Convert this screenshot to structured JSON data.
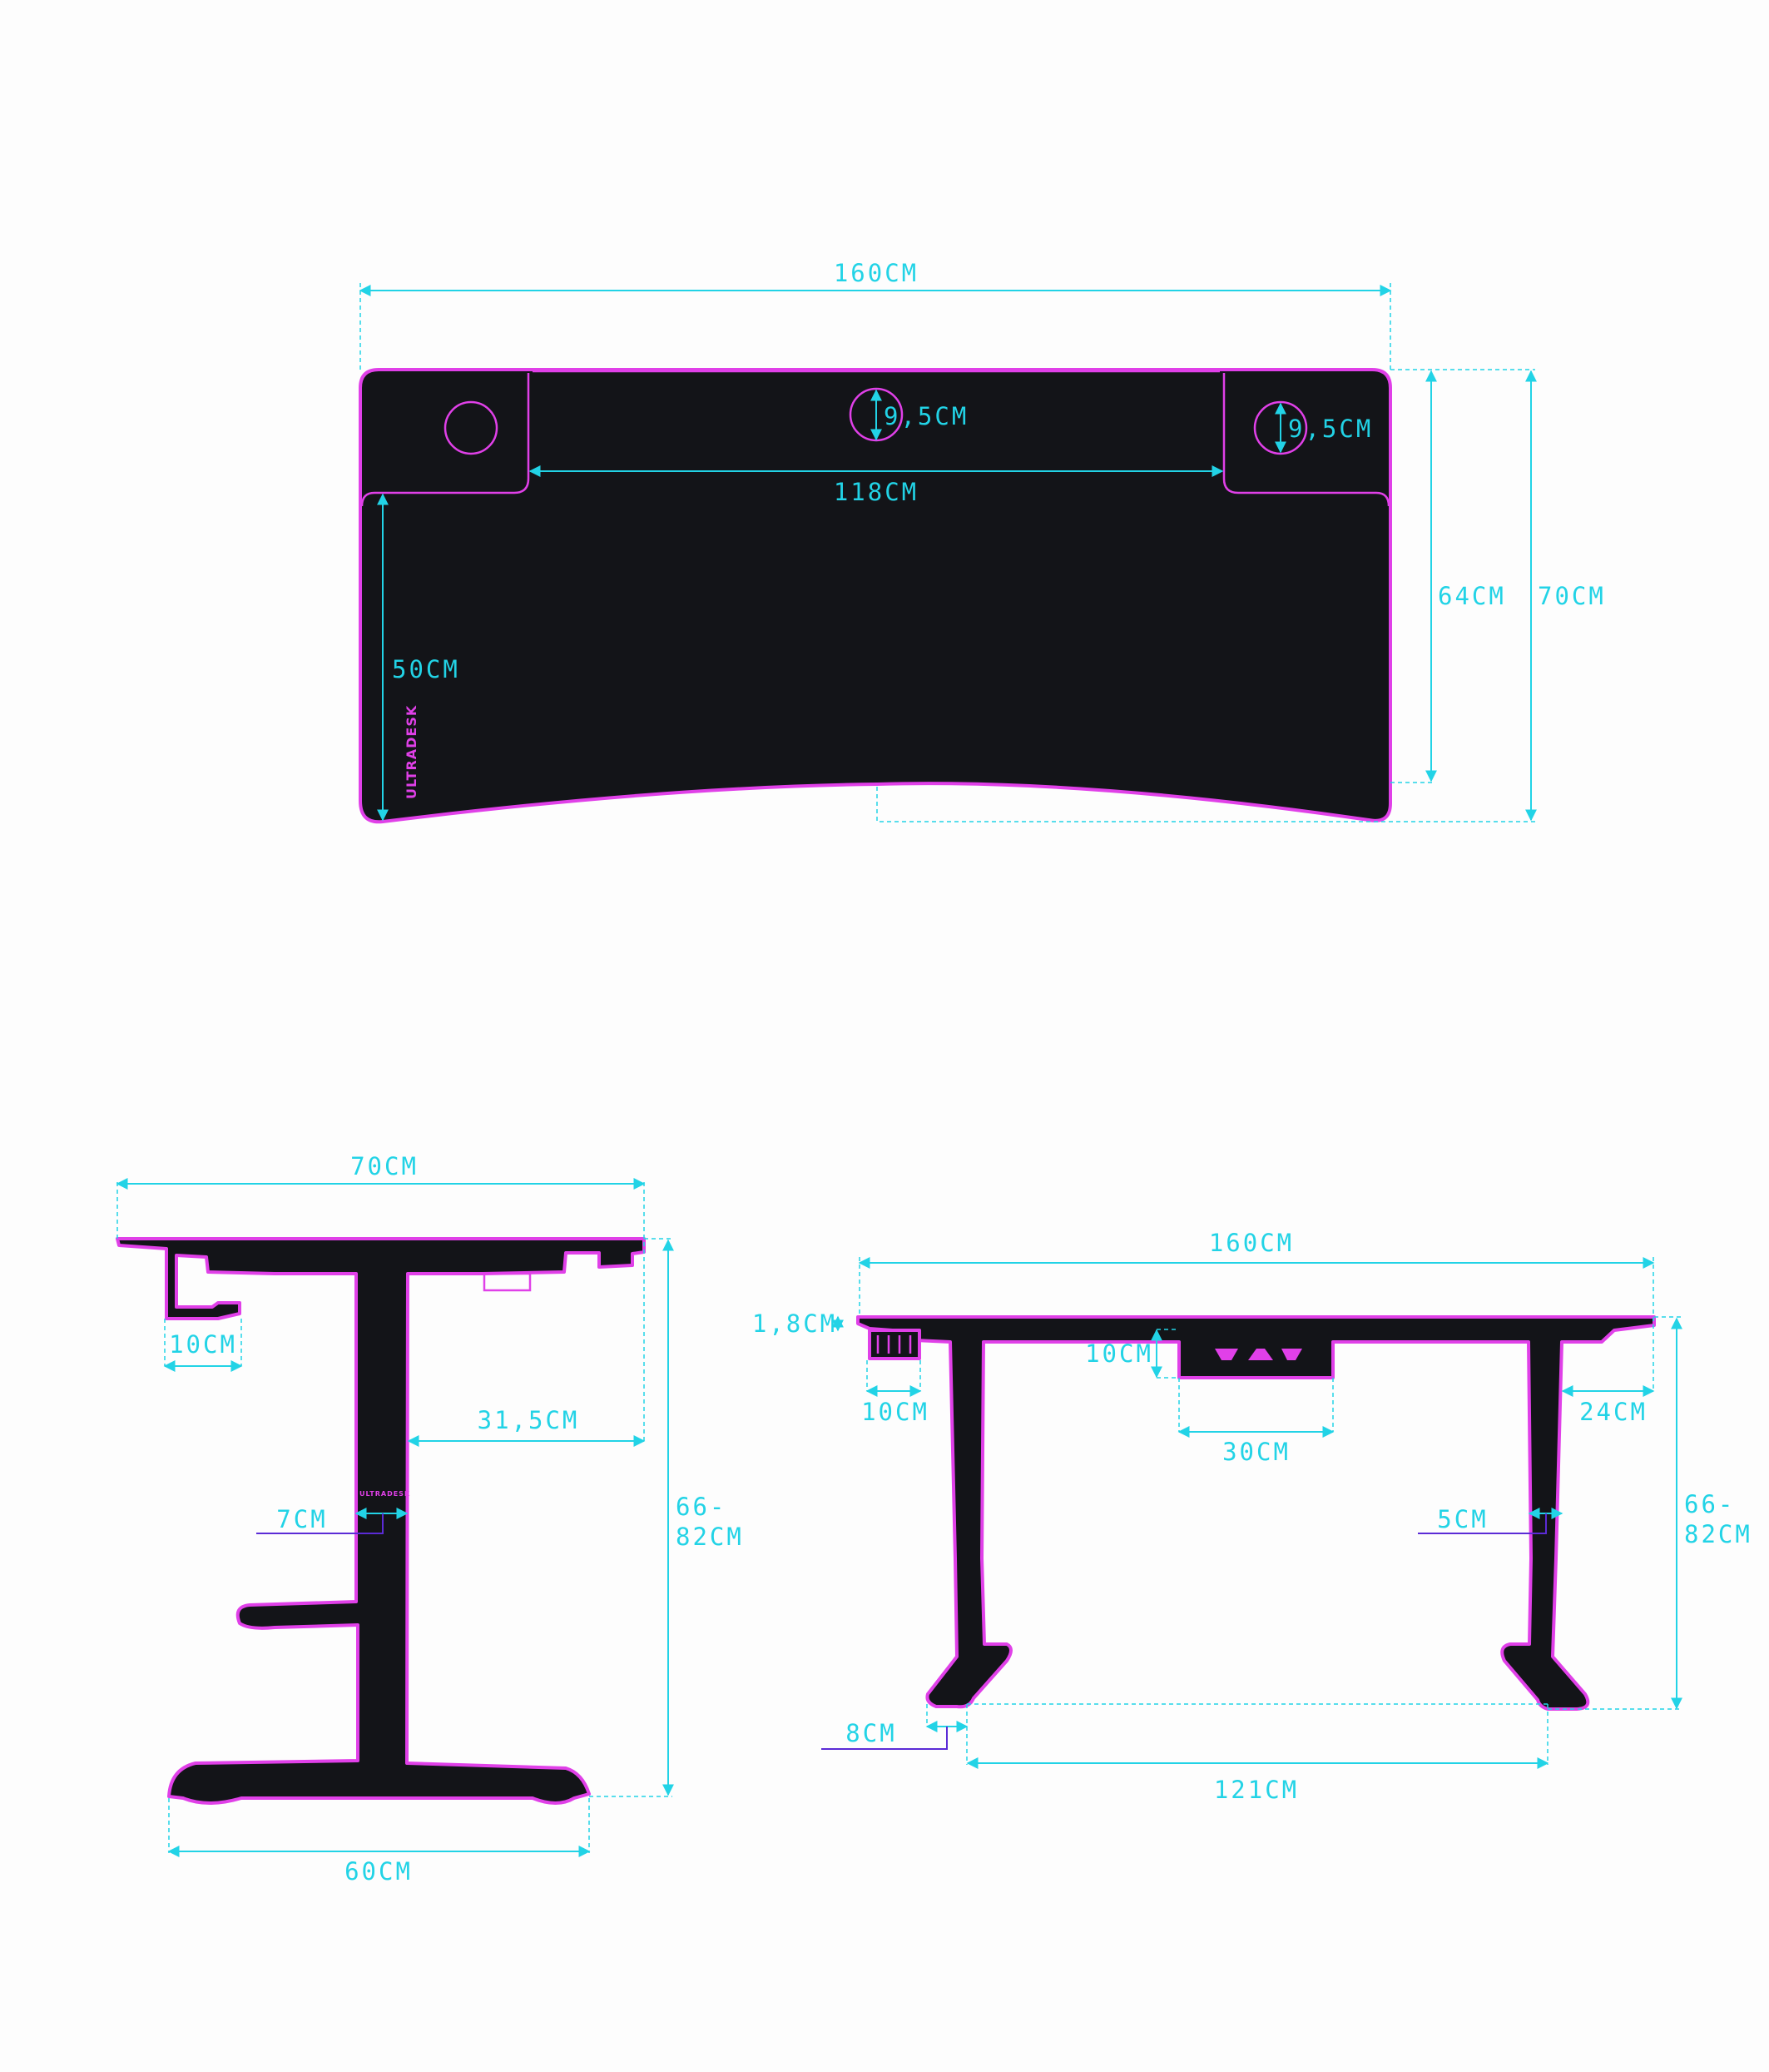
{
  "colors": {
    "desk": "#131418",
    "outline": "#e040e8",
    "dimension": "#22d3e6",
    "leader": "#5b2bd6"
  },
  "brand_logo": "ULTRADESK",
  "top_view": {
    "width": "160CM",
    "cable_tray_width": "118CM",
    "grommet_center": "9,5CM",
    "grommet_right": "9,5CM",
    "inner_depth": "50CM",
    "center_depth": "64CM",
    "total_depth": "70CM"
  },
  "side_view": {
    "depth": "70CM",
    "hook": "10CM",
    "overhang": "31,5CM",
    "column": "7CM",
    "height_line1": "66-",
    "height_line2": "82CM",
    "foot": "60CM"
  },
  "front_view": {
    "width": "160CM",
    "thickness": "1,8CM",
    "box_height": "10CM",
    "holder": "10CM",
    "box_width": "30CM",
    "overhang": "24CM",
    "column": "5CM",
    "height_line1": "66-",
    "height_line2": "82CM",
    "foot": "8CM",
    "leg_span": "121CM"
  }
}
